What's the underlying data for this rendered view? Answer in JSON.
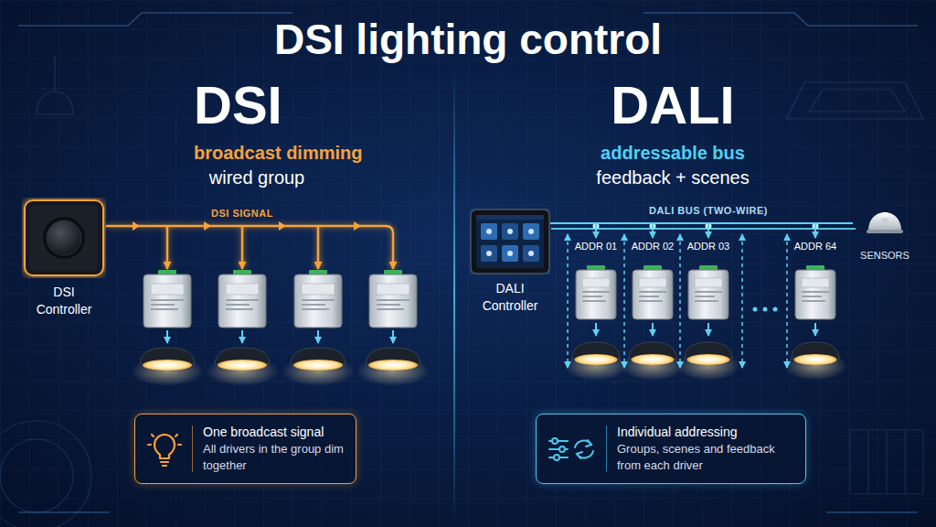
{
  "diagram": {
    "title": "DSI lighting control",
    "nodes": [
      {
        "text": [
          "DSI Controller"
        ]
      },
      {
        "text": [
          "One broadcast signal",
          "All drivers in the group dim together"
        ]
      },
      {
        "text": [
          "DALI Controller"
        ]
      },
      {
        "text": [
          "ADDR 01"
        ]
      },
      {
        "text": [
          "ADDR 02"
        ]
      },
      {
        "text": [
          "ADDR 03"
        ]
      },
      {
        "text": [
          "ADDR 64"
        ]
      },
      {
        "text": [
          "SENSORS"
        ]
      },
      {
        "text": [
          "Individual addressing",
          "Groups, scenes and feedback from each driver"
        ]
      }
    ],
    "edges": [
      {
        "from": 2,
        "to": 3,
        "arrow": "to"
      },
      {
        "from": 2,
        "to": 4,
        "arrow": "to"
      },
      {
        "from": 2,
        "to": 5,
        "arrow": "to"
      },
      {
        "from": 2,
        "to": 6,
        "arrow": "to"
      },
      {
        "from": 2,
        "to": 7,
        "arrow": "none"
      }
    ],
    "labels": [
      "DSI",
      "broadcast dimming",
      "wired group",
      "DSI SIGNAL",
      "DALI",
      "addressable bus",
      "feedback + scenes",
      "DALI BUS (TWO-WIRE)"
    ]
  }
}
